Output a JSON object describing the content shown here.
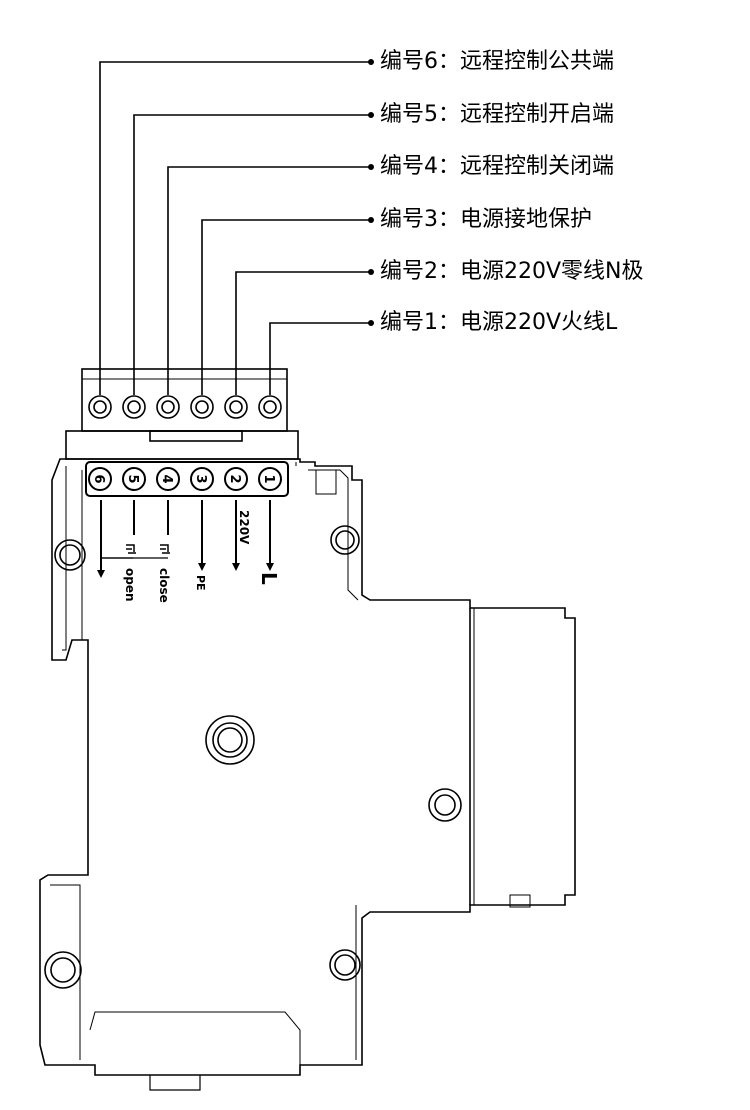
{
  "callouts": [
    {
      "number": 6,
      "label": "编号6：远程控制公共端"
    },
    {
      "number": 5,
      "label": "编号5：远程控制开启端"
    },
    {
      "number": 4,
      "label": "编号4：远程控制关闭端"
    },
    {
      "number": 3,
      "label": "编号3：电源接地保护"
    },
    {
      "number": 2,
      "label": "编号2：电源220V零线N极"
    },
    {
      "number": 1,
      "label": "编号1：电源220V火线L"
    }
  ],
  "terminal_markings": {
    "t6": "6",
    "t5": "5",
    "t4": "4",
    "t3": "3",
    "t2": "2",
    "t1": "1",
    "open": "open",
    "close": "close",
    "pe": "PE",
    "v220": "220V",
    "l": "L"
  }
}
